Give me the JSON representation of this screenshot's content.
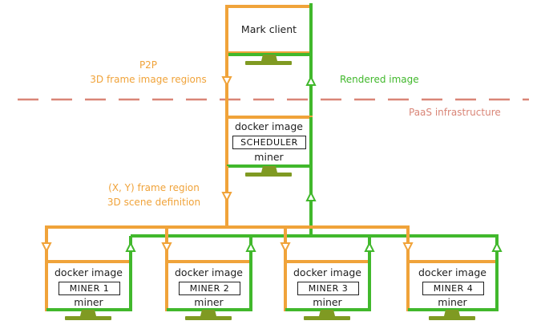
{
  "colors": {
    "orange": "#f0a33a",
    "green": "#41b82c",
    "dashed": "#d98577",
    "screen": "#ffffff",
    "stand": "#7f9a22"
  },
  "client": {
    "label": "Mark client"
  },
  "edge_labels": {
    "p2p_line1": "P2P",
    "p2p_line2": "3D frame image regions",
    "rendered": "Rendered image",
    "region_line1": "(X, Y) frame region",
    "region_line2": "3D scene definition"
  },
  "zone_label": "PaaS infrastructure",
  "scheduler": {
    "top": "docker image",
    "tag": "SCHEDULER",
    "bottom": "miner"
  },
  "miners": [
    {
      "top": "docker image",
      "tag": "MINER 1",
      "bottom": "miner"
    },
    {
      "top": "docker image",
      "tag": "MINER 2",
      "bottom": "miner"
    },
    {
      "top": "docker image",
      "tag": "MINER 3",
      "bottom": "miner"
    },
    {
      "top": "docker image",
      "tag": "MINER 4",
      "bottom": "miner"
    }
  ]
}
